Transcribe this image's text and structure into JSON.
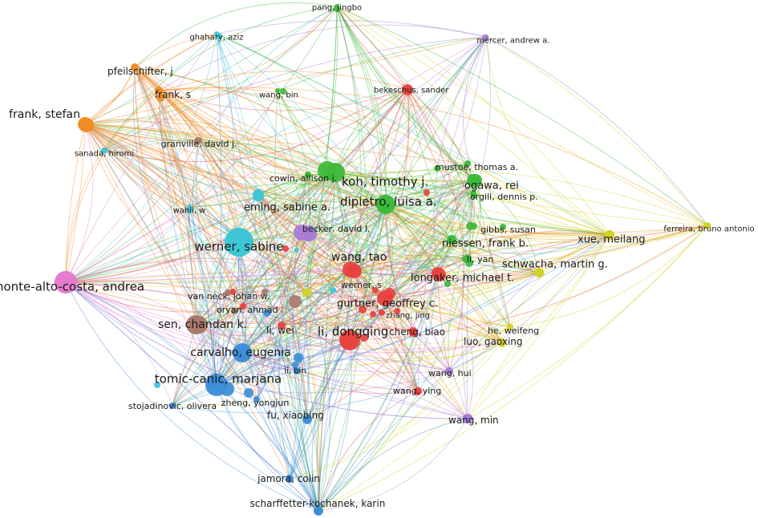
{
  "clusters": {
    "red": "#e8423f",
    "green": "#3cb93a",
    "blue": "#3d8ed8",
    "yellow": "#d4d12a",
    "purple": "#a67bd6",
    "cyan": "#3ec6d6",
    "orange": "#f08a24",
    "brown": "#a9786a",
    "pink": "#e57ad0"
  },
  "nodes": [
    {
      "id": "pang_jingbo",
      "label": "pang, jingbo",
      "cluster": "green",
      "size": 3
    },
    {
      "id": "ghahary_aziz",
      "label": "ghahary, aziz",
      "cluster": "cyan",
      "size": 3
    },
    {
      "id": "mercer_andrew",
      "label": "mercer, andrew a.",
      "cluster": "purple",
      "size": 3
    },
    {
      "id": "pfeilschifter_j",
      "label": "pfeilschifter, j",
      "cluster": "orange",
      "size": 5
    },
    {
      "id": "bekeschus_sander",
      "label": "bekeschus, sander",
      "cluster": "red",
      "size": 4
    },
    {
      "id": "frank_stefan",
      "label": "frank, stefan",
      "cluster": "orange",
      "size": 9
    },
    {
      "id": "frank_s",
      "label": "frank, s",
      "cluster": "orange",
      "size": 5
    },
    {
      "id": "wang_bin",
      "label": "wang, bin",
      "cluster": "green",
      "size": 3
    },
    {
      "id": "sanada_hiromi",
      "label": "sanada, hiromi",
      "cluster": "cyan",
      "size": 3
    },
    {
      "id": "granville_david",
      "label": "granville, david j.",
      "cluster": "brown",
      "size": 4
    },
    {
      "id": "mustoe_thomas",
      "label": "mustoe, thomas a.",
      "cluster": "green",
      "size": 4
    },
    {
      "id": "cowin_allison",
      "label": "cowin, allison j.",
      "cluster": "green",
      "size": 4
    },
    {
      "id": "koh_timothy",
      "label": "koh, timothy j.",
      "cluster": "green",
      "size": 12
    },
    {
      "id": "ogawa_rei",
      "label": "ogawa, rei",
      "cluster": "green",
      "size": 8
    },
    {
      "id": "orgill_dennis",
      "label": "orgill, dennis p.",
      "cluster": "green",
      "size": 4
    },
    {
      "id": "dipietro_luisa",
      "label": "dipietro, luisa a.",
      "cluster": "green",
      "size": 12
    },
    {
      "id": "eming_sabine",
      "label": "eming, sabine a.",
      "cluster": "cyan",
      "size": 7
    },
    {
      "id": "wahli_w",
      "label": "wahli, w",
      "cluster": "cyan",
      "size": 3
    },
    {
      "id": "becker_david",
      "label": "becker, david l.",
      "cluster": "purple",
      "size": 10
    },
    {
      "id": "gibbs_susan",
      "label": "gibbs, susan",
      "cluster": "green",
      "size": 4
    },
    {
      "id": "ferreira_bruno",
      "label": "ferreira, bruno antonio",
      "cluster": "yellow",
      "size": 4
    },
    {
      "id": "xue_meilang",
      "label": "xue, meilang",
      "cluster": "yellow",
      "size": 6
    },
    {
      "id": "werner_sabine",
      "label": "werner, sabine",
      "cluster": "cyan",
      "size": 18
    },
    {
      "id": "niessen_frank",
      "label": "niessen, frank b.",
      "cluster": "green",
      "size": 6
    },
    {
      "id": "wang_tao",
      "label": "wang, tao",
      "cluster": "red",
      "size": 9
    },
    {
      "id": "li_yan",
      "label": "li, yan",
      "cluster": "green",
      "size": 4
    },
    {
      "id": "schwacha_martin",
      "label": "schwacha, martin g.",
      "cluster": "yellow",
      "size": 6
    },
    {
      "id": "monte_alto_costa",
      "label": "monte-alto-costa, andrea",
      "cluster": "pink",
      "size": 14
    },
    {
      "id": "longaker_michael",
      "label": "longaker, michael t.",
      "cluster": "red",
      "size": 8
    },
    {
      "id": "van_neck",
      "label": "van neck, johan w.",
      "cluster": "brown",
      "size": 4
    },
    {
      "id": "werner_s",
      "label": "werner, s",
      "cluster": "yellow",
      "size": 5
    },
    {
      "id": "oryan_ahmad",
      "label": "oryan, ahmad",
      "cluster": "red",
      "size": 4
    },
    {
      "id": "gurtner_geoffrey",
      "label": "gurtner, geoffrey c.",
      "cluster": "red",
      "size": 10
    },
    {
      "id": "sen_chandan",
      "label": "sen, chandan k.",
      "cluster": "brown",
      "size": 12
    },
    {
      "id": "zhang_jing",
      "label": "zhang, jing",
      "cluster": "red",
      "size": 4
    },
    {
      "id": "li_wei",
      "label": "li, wei",
      "cluster": "red",
      "size": 5
    },
    {
      "id": "li_dongqing",
      "label": "li, dongqing",
      "cluster": "red",
      "size": 13
    },
    {
      "id": "cheng_biao",
      "label": "cheng, biao",
      "cluster": "red",
      "size": 5
    },
    {
      "id": "he_weifeng",
      "label": "he, weifeng",
      "cluster": "yellow",
      "size": 4
    },
    {
      "id": "luo_gaoxing",
      "label": "luo, gaoxing",
      "cluster": "yellow",
      "size": 5
    },
    {
      "id": "carvalho_eugenia",
      "label": "carvalho, eugenia",
      "cluster": "blue",
      "size": 12
    },
    {
      "id": "li_bin",
      "label": "li, bin",
      "cluster": "blue",
      "size": 4
    },
    {
      "id": "wang_hui",
      "label": "wang, hui",
      "cluster": "purple",
      "size": 5
    },
    {
      "id": "tomic_canic",
      "label": "tomic-canic, marjana",
      "cluster": "blue",
      "size": 14
    },
    {
      "id": "zheng_yongjun",
      "label": "zheng, yongjun",
      "cluster": "blue",
      "size": 4
    },
    {
      "id": "wang_ying",
      "label": "wang, ying",
      "cluster": "red",
      "size": 5
    },
    {
      "id": "stojadinovic",
      "label": "stojadinovic, olivera",
      "cluster": "blue",
      "size": 4
    },
    {
      "id": "fu_xiaobing",
      "label": "fu, xiaobing",
      "cluster": "blue",
      "size": 6
    },
    {
      "id": "wang_min",
      "label": "wang, min",
      "cluster": "purple",
      "size": 6
    },
    {
      "id": "jamora_colin",
      "label": "jamora, colin",
      "cluster": "blue",
      "size": 5
    },
    {
      "id": "scharffetter",
      "label": "scharffetter-kochanek, karin",
      "cluster": "blue",
      "size": 6
    }
  ]
}
